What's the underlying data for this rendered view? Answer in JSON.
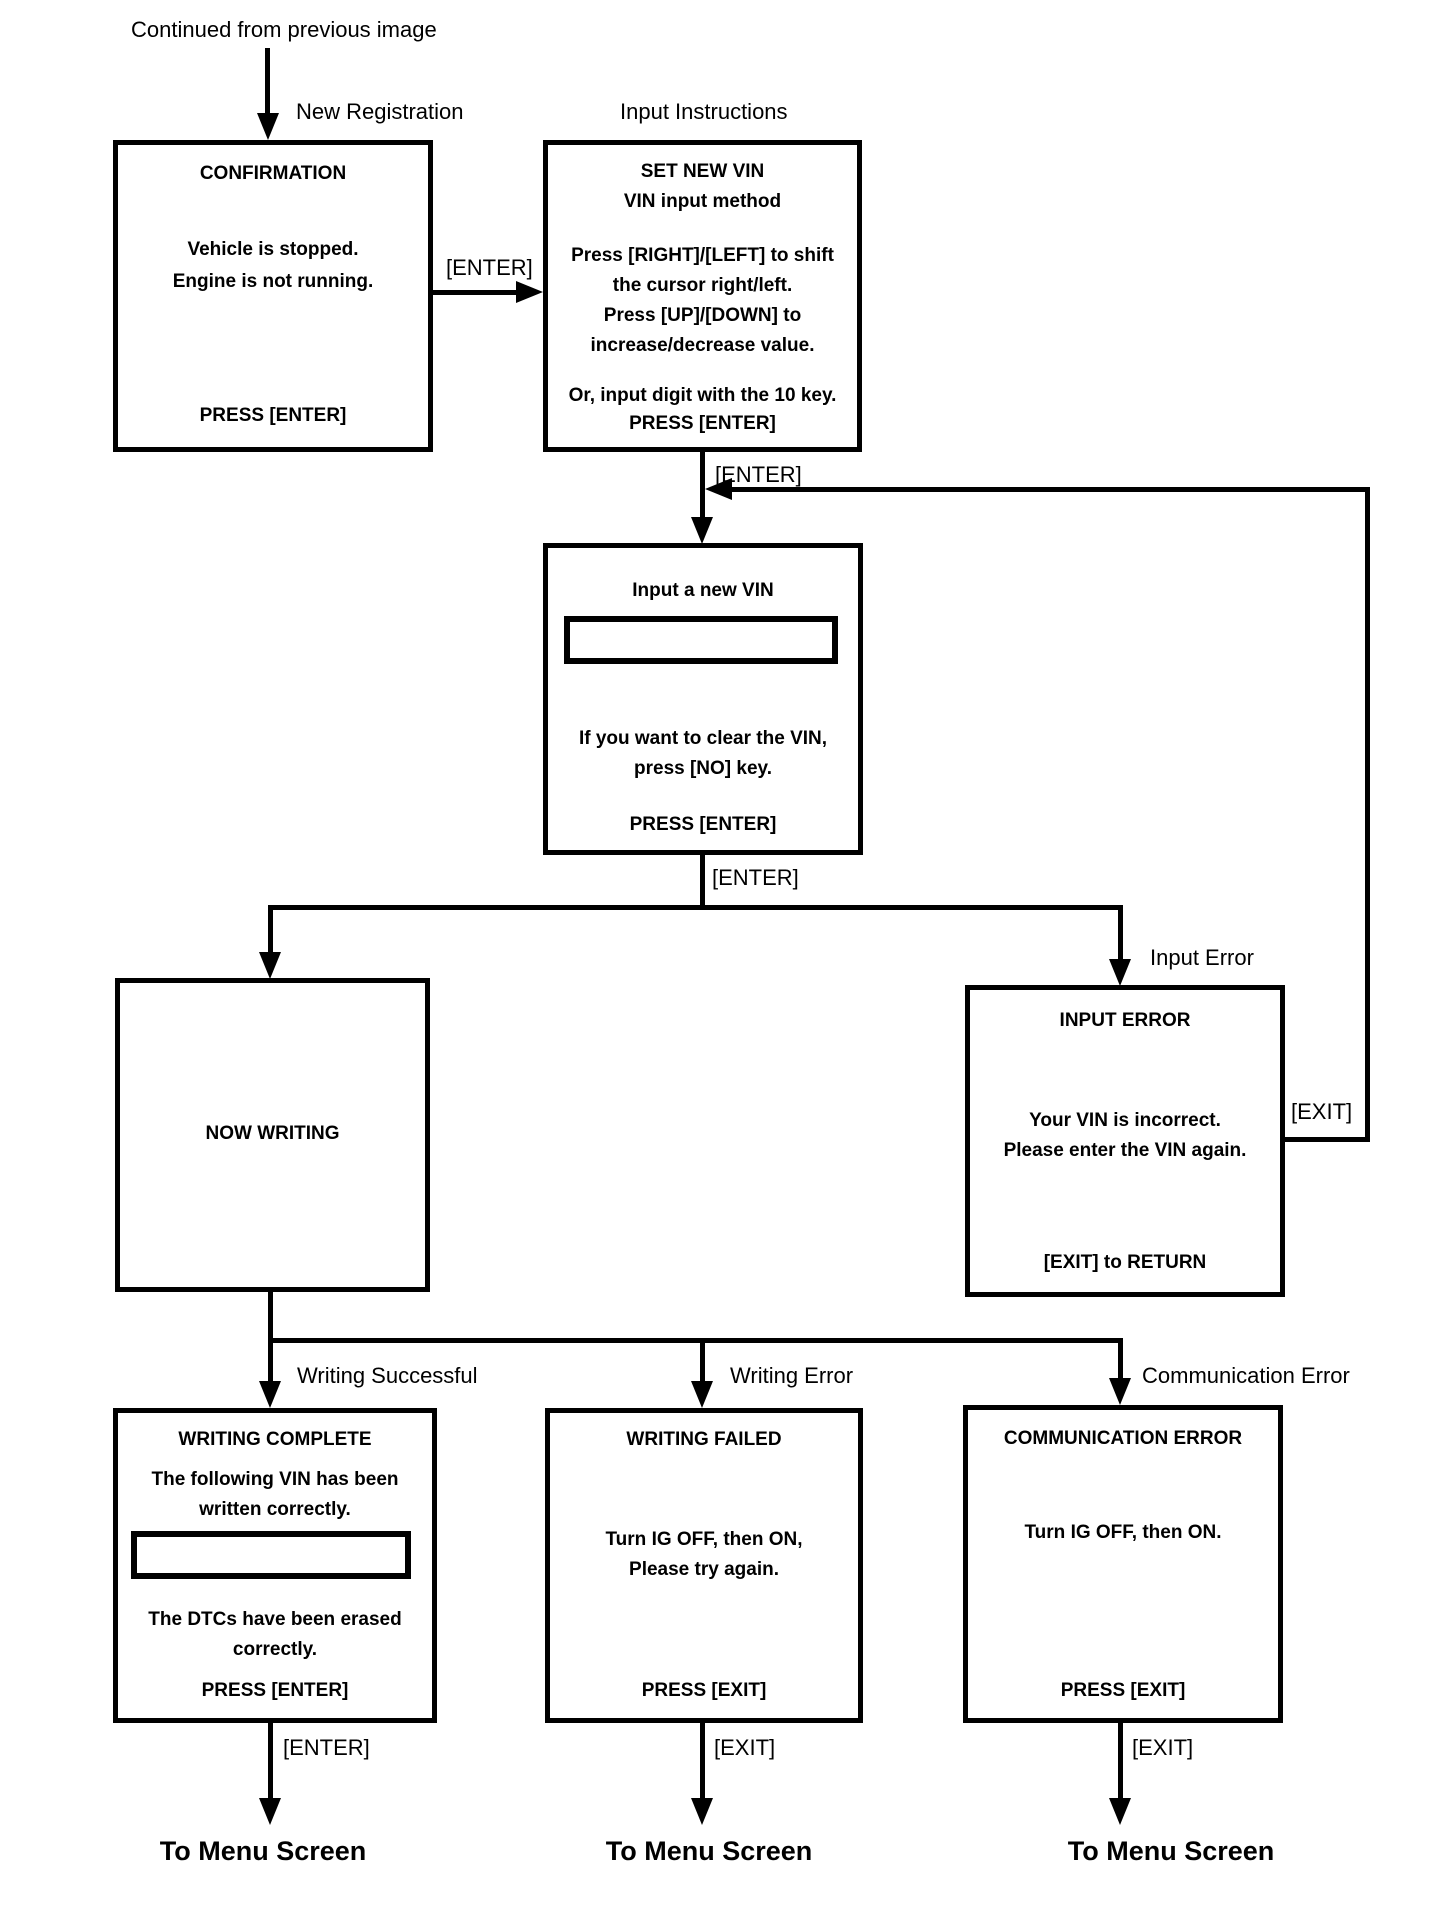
{
  "page": {
    "continued_label": "Continued from previous image",
    "line_color": "#000000",
    "background_color": "#ffffff"
  },
  "edges": {
    "enter_conf_to_instructions": "[ENTER]",
    "enter_instructions_to_input": "[ENTER]",
    "enter_input_to_branch": "[ENTER]",
    "exit_loop": "[EXIT]"
  },
  "nodes": {
    "confirmation": {
      "flow_label": "New Registration",
      "title": "CONFIRMATION",
      "body": [
        "Vehicle is stopped.",
        "Engine is not running."
      ],
      "footer": "PRESS [ENTER]"
    },
    "input_instructions": {
      "flow_label": "Input Instructions",
      "heading": [
        "SET NEW VIN",
        "VIN input method"
      ],
      "body": [
        "Press [RIGHT]/[LEFT] to shift",
        "the cursor right/left.",
        "Press [UP]/[DOWN] to",
        "increase/decrease value."
      ],
      "note": "Or, input digit with the 10 key.",
      "footer": "PRESS [ENTER]"
    },
    "input_vin": {
      "title": "Input a new VIN",
      "vin_field_value": "",
      "body": [
        "If you want to clear the VIN,",
        "press [NO] key."
      ],
      "footer": "PRESS [ENTER]"
    },
    "now_writing": {
      "title": "NOW WRITING"
    },
    "input_error": {
      "flow_label": "Input Error",
      "title": "INPUT ERROR",
      "body": [
        "Your VIN is incorrect.",
        "Please enter the VIN again."
      ],
      "footer": "[EXIT] to RETURN"
    },
    "writing_complete": {
      "flow_label": "Writing Successful",
      "title": "WRITING COMPLETE",
      "body_top": [
        "The following VIN has been",
        "written correctly."
      ],
      "vin_field_value": "",
      "body_bottom": [
        "The DTCs have been erased",
        "correctly."
      ],
      "footer": "PRESS [ENTER]",
      "exit_key": "[ENTER]",
      "destination": "To Menu Screen"
    },
    "writing_failed": {
      "flow_label": "Writing Error",
      "title": "WRITING FAILED",
      "body": [
        "Turn IG OFF, then ON,",
        "Please try again."
      ],
      "footer": "PRESS [EXIT]",
      "exit_key": "[EXIT]",
      "destination": "To Menu Screen"
    },
    "communication_error": {
      "flow_label": "Communication Error",
      "title": "COMMUNICATION ERROR",
      "body": [
        "Turn IG OFF, then ON."
      ],
      "footer": "PRESS [EXIT]",
      "exit_key": "[EXIT]",
      "destination": "To Menu Screen"
    }
  }
}
